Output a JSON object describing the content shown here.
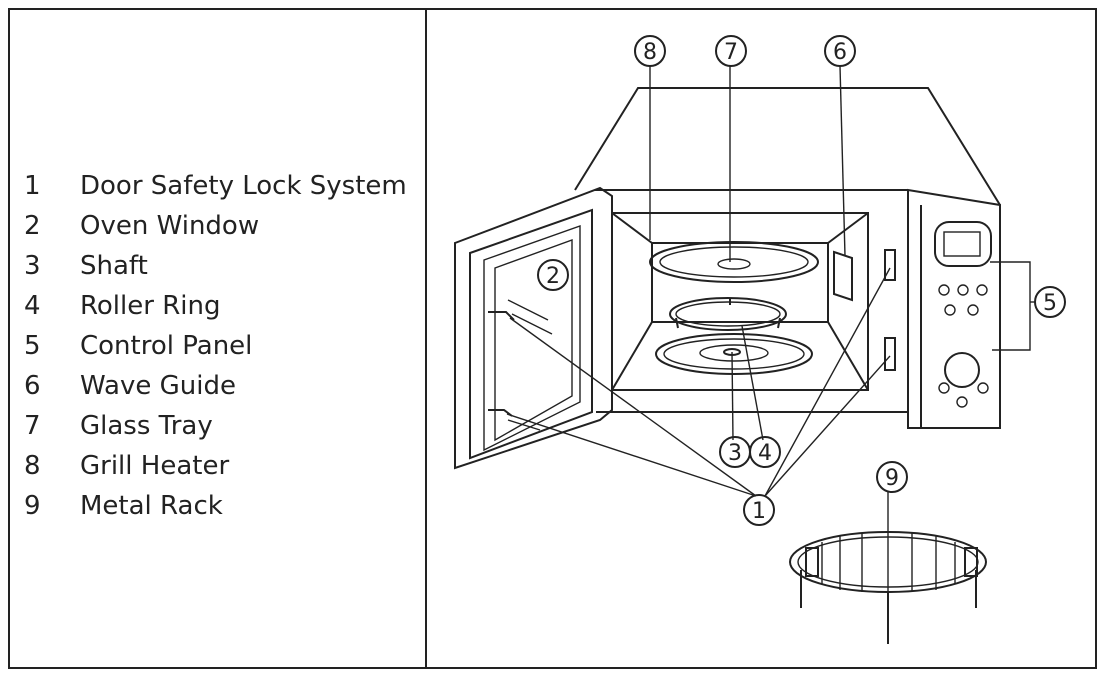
{
  "legend": [
    {
      "number": "1",
      "label": "Door Safety Lock System"
    },
    {
      "number": "2",
      "label": "Oven Window"
    },
    {
      "number": "3",
      "label": "Shaft"
    },
    {
      "number": "4",
      "label": "Roller Ring"
    },
    {
      "number": "5",
      "label": "Control Panel"
    },
    {
      "number": "6",
      "label": "Wave Guide"
    },
    {
      "number": "7",
      "label": "Glass Tray"
    },
    {
      "number": "8",
      "label": "Grill Heater"
    },
    {
      "number": "9",
      "label": "Metal Rack"
    }
  ],
  "callouts": {
    "c1": "1",
    "c2": "2",
    "c3": "3",
    "c4": "4",
    "c5": "5",
    "c6": "6",
    "c7": "7",
    "c8": "8",
    "c9": "9"
  }
}
